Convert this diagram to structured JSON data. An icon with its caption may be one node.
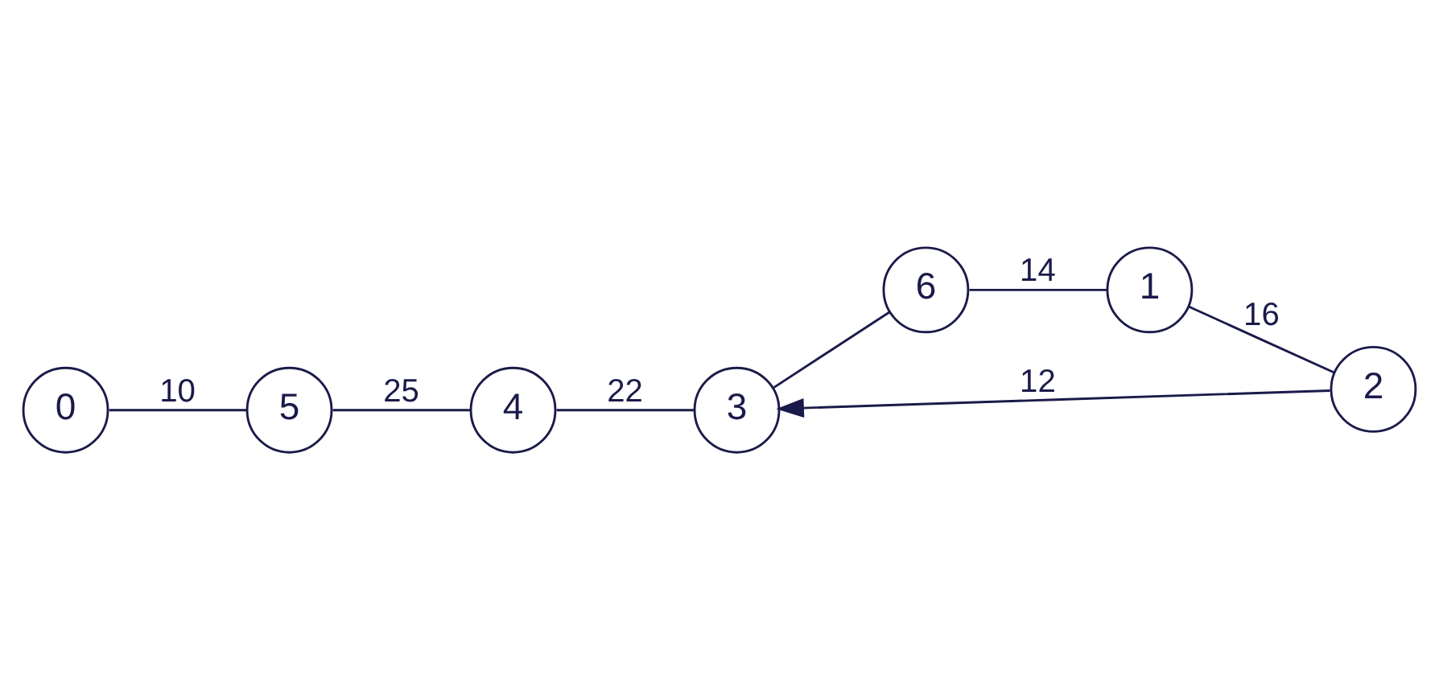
{
  "diagram": {
    "nodes": [
      {
        "text": [
          "0"
        ]
      },
      {
        "text": [
          "5"
        ]
      },
      {
        "text": [
          "4"
        ]
      },
      {
        "text": [
          "3"
        ]
      },
      {
        "text": [
          "6"
        ]
      },
      {
        "text": [
          "1"
        ]
      },
      {
        "text": [
          "2"
        ]
      }
    ],
    "edges": [
      {
        "from": 0,
        "to": 1,
        "arrow": "none",
        "label": "10"
      },
      {
        "from": 1,
        "to": 2,
        "arrow": "none",
        "label": "25"
      },
      {
        "from": 2,
        "to": 3,
        "arrow": "none",
        "label": "22"
      },
      {
        "from": 3,
        "to": 4,
        "arrow": "none"
      },
      {
        "from": 4,
        "to": 5,
        "arrow": "none",
        "label": "14"
      },
      {
        "from": 5,
        "to": 6,
        "arrow": "none",
        "label": "16"
      },
      {
        "from": 6,
        "to": 3,
        "arrow": "to",
        "label": "12"
      }
    ]
  }
}
